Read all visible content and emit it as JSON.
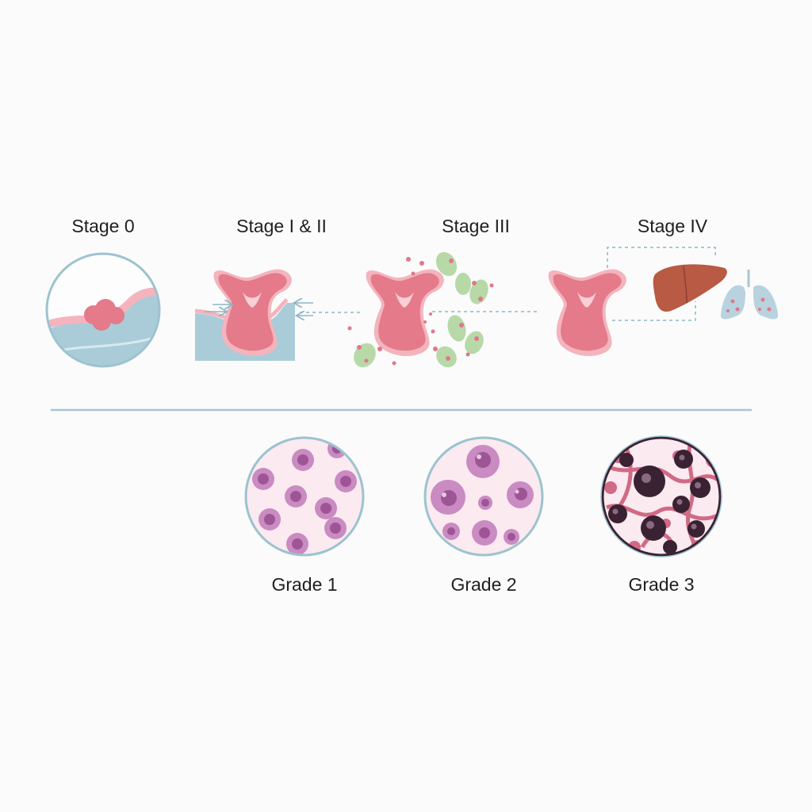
{
  "stages": [
    {
      "label": "Stage 0"
    },
    {
      "label": "Stage I & II"
    },
    {
      "label": "Stage III"
    },
    {
      "label": "Stage IV"
    }
  ],
  "grades": [
    {
      "label": "Grade 1"
    },
    {
      "label": "Grade 2"
    },
    {
      "label": "Grade 3"
    }
  ],
  "colors": {
    "tissue_pink": "#e47a8a",
    "tissue_light": "#f3b4bd",
    "epithelium_blue": "#a9ccd8",
    "ring_blue": "#9cc3cf",
    "lymph_green": "#b7d9a8",
    "liver_brown": "#b85a44",
    "lung_blue": "#b8d3df",
    "cell_purple": "#b06aa6",
    "nucleus_dark": "#3b2233",
    "divider": "#a8c7d3"
  }
}
